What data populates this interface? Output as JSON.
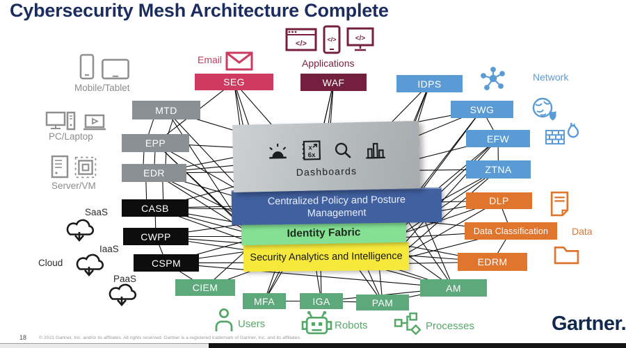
{
  "slide": {
    "title": "Cybersecurity Mesh Architecture Complete",
    "page_number": "18",
    "copyright": "© 2021 Gartner, Inc. and/or its affiliates. All rights reserved. Gartner is a registered trademark of Gartner, Inc. and its affiliates.",
    "logo": "Gartner."
  },
  "colors": {
    "title_navy": "#1b2c5e",
    "gray_box": "#8a9094",
    "black_box": "#0d0d0d",
    "crimson": "#ce3a60",
    "maroon": "#731f3d",
    "blue": "#5b9bd5",
    "orange": "#e0752e",
    "green": "#5ea97b",
    "policy_navy": "#41609f",
    "identity_green": "#85e094",
    "analytics_yellow": "#f7e93c",
    "dashboard_gray": "#b9bdc0"
  },
  "groups": {
    "devices": {
      "mobile": "Mobile/Tablet",
      "pc": "PC/Laptop",
      "server": "Server/VM"
    },
    "cloud": {
      "label": "Cloud",
      "saas": "SaaS",
      "iaas": "IaaS",
      "paas": "PaaS"
    },
    "email": {
      "label": "Email"
    },
    "applications": {
      "label": "Applications"
    },
    "network": {
      "label": "Network"
    },
    "data": {
      "label": "Data"
    },
    "identity_sources": {
      "users": "Users",
      "robots": "Robots",
      "processes": "Processes"
    }
  },
  "nodes": {
    "mtd": {
      "label": "MTD"
    },
    "epp": {
      "label": "EPP"
    },
    "edr": {
      "label": "EDR"
    },
    "casb": {
      "label": "CASB"
    },
    "cwpp": {
      "label": "CWPP"
    },
    "cspm": {
      "label": "CSPM"
    },
    "seg": {
      "label": "SEG"
    },
    "waf": {
      "label": "WAF"
    },
    "idps": {
      "label": "IDPS"
    },
    "swg": {
      "label": "SWG"
    },
    "efw": {
      "label": "EFW"
    },
    "ztna": {
      "label": "ZTNA"
    },
    "dlp": {
      "label": "DLP"
    },
    "dataclass": {
      "label": "Data Classification"
    },
    "edrm": {
      "label": "EDRM"
    },
    "ciem": {
      "label": "CIEM"
    },
    "mfa": {
      "label": "MFA"
    },
    "iga": {
      "label": "IGA"
    },
    "pam": {
      "label": "PAM"
    },
    "am": {
      "label": "AM"
    }
  },
  "center": {
    "dashboards": "Dashboards",
    "policy": "Centralized Policy and Posture Management",
    "identity_fabric": "Identity Fabric",
    "analytics": "Security Analytics and Intelligence"
  },
  "connections": [
    [
      "mtd",
      "epp",
      -14,
      0,
      -14,
      0
    ],
    [
      "mtd",
      "epp",
      14,
      0,
      14,
      0
    ],
    [
      "epp",
      "edr",
      -16,
      0,
      -16,
      0
    ],
    [
      "epp",
      "edr"
    ],
    [
      "epp",
      "edr",
      16,
      0,
      16,
      0
    ],
    [
      "edr",
      "casb",
      -12,
      0,
      -12,
      0
    ],
    [
      "edr",
      "casb",
      12,
      0,
      12,
      0
    ],
    [
      "casb",
      "cwpp"
    ],
    [
      "cwpp",
      "cspm"
    ],
    [
      "swg",
      "efw"
    ],
    [
      "efw",
      "ztna"
    ],
    [
      "dlp",
      "dataclass"
    ],
    [
      "dataclass",
      "edrm"
    ],
    [
      "mfa",
      "iga"
    ],
    [
      "iga",
      "pam"
    ],
    [
      "pam",
      "am"
    ],
    [
      "cspm",
      "ciem"
    ],
    [
      "mtd",
      "dashboards",
      0,
      0,
      -90,
      -25
    ],
    [
      "mtd",
      "cppm",
      0,
      0,
      -120,
      -5
    ],
    [
      "mtd",
      "sai",
      0,
      0,
      -95,
      -5
    ],
    [
      "epp",
      "dashboards",
      0,
      0,
      -70,
      -10
    ],
    [
      "epp",
      "cppm",
      0,
      0,
      -100,
      0
    ],
    [
      "epp",
      "identity",
      0,
      0,
      -105,
      0
    ],
    [
      "epp",
      "sai",
      0,
      0,
      -75,
      0
    ],
    [
      "edr",
      "dashboards",
      0,
      0,
      -50,
      5
    ],
    [
      "edr",
      "cppm",
      0,
      0,
      -80,
      5
    ],
    [
      "edr",
      "identity",
      0,
      0,
      -70,
      0
    ],
    [
      "edr",
      "sai",
      0,
      0,
      -55,
      0
    ],
    [
      "casb",
      "dashboards",
      0,
      0,
      -30,
      15
    ],
    [
      "casb",
      "cppm",
      0,
      0,
      -55,
      5
    ],
    [
      "casb",
      "identity",
      0,
      0,
      -40,
      0
    ],
    [
      "casb",
      "sai",
      0,
      0,
      -35,
      5
    ],
    [
      "cwpp",
      "cppm",
      0,
      0,
      -25,
      10
    ],
    [
      "cwpp",
      "identity",
      0,
      0,
      -15,
      5
    ],
    [
      "cwpp",
      "sai",
      0,
      0,
      -15,
      5
    ],
    [
      "cspm",
      "cppm",
      0,
      0,
      5,
      12
    ],
    [
      "cspm",
      "identity",
      0,
      0,
      20,
      8
    ],
    [
      "cspm",
      "sai",
      0,
      0,
      5,
      8
    ],
    [
      "seg",
      "dashboards",
      0,
      0,
      -60,
      -25
    ],
    [
      "seg",
      "cppm",
      0,
      0,
      -90,
      -10
    ],
    [
      "seg",
      "identity",
      0,
      0,
      -85,
      -5
    ],
    [
      "seg",
      "sai",
      0,
      0,
      -100,
      -8
    ],
    [
      "waf",
      "dashboards",
      0,
      0,
      5,
      -30
    ],
    [
      "waf",
      "cppm",
      0,
      0,
      -25,
      -10
    ],
    [
      "waf",
      "identity",
      0,
      0,
      -35,
      -5
    ],
    [
      "waf",
      "sai",
      0,
      0,
      -45,
      -8
    ],
    [
      "idps",
      "dashboards",
      0,
      0,
      70,
      -25
    ],
    [
      "idps",
      "cppm",
      0,
      0,
      70,
      -8
    ],
    [
      "idps",
      "identity",
      0,
      0,
      65,
      -5
    ],
    [
      "idps",
      "sai",
      0,
      0,
      75,
      -8
    ],
    [
      "swg",
      "dashboards",
      0,
      0,
      95,
      -15
    ],
    [
      "swg",
      "cppm",
      0,
      0,
      105,
      -5
    ],
    [
      "swg",
      "identity",
      0,
      0,
      95,
      0
    ],
    [
      "efw",
      "dashboards",
      0,
      0,
      105,
      10
    ],
    [
      "efw",
      "cppm",
      0,
      0,
      115,
      0
    ],
    [
      "efw",
      "identity",
      0,
      0,
      105,
      0
    ],
    [
      "efw",
      "sai",
      0,
      0,
      95,
      0
    ],
    [
      "ztna",
      "cppm",
      0,
      0,
      125,
      5
    ],
    [
      "ztna",
      "identity",
      0,
      0,
      110,
      3
    ],
    [
      "ztna",
      "sai",
      0,
      0,
      100,
      3
    ],
    [
      "dlp",
      "cppm",
      0,
      0,
      100,
      15
    ],
    [
      "dlp",
      "identity",
      0,
      0,
      100,
      5
    ],
    [
      "dlp",
      "sai",
      0,
      0,
      98,
      5
    ],
    [
      "dataclass",
      "cppm",
      0,
      0,
      85,
      18
    ],
    [
      "dataclass",
      "identity",
      0,
      0,
      85,
      8
    ],
    [
      "dataclass",
      "sai",
      0,
      0,
      88,
      8
    ],
    [
      "edrm",
      "identity",
      0,
      0,
      75,
      10
    ],
    [
      "edrm",
      "sai",
      0,
      0,
      80,
      10
    ],
    [
      "ciem",
      "sai",
      0,
      0,
      -85,
      12
    ],
    [
      "ciem",
      "identity",
      0,
      0,
      -95,
      10
    ],
    [
      "mfa",
      "sai",
      0,
      0,
      -60,
      15
    ],
    [
      "mfa",
      "identity",
      0,
      0,
      -55,
      12
    ],
    [
      "mfa",
      "cppm",
      0,
      0,
      -45,
      20
    ],
    [
      "iga",
      "sai",
      0,
      0,
      -15,
      15
    ],
    [
      "iga",
      "identity",
      0,
      0,
      -5,
      12
    ],
    [
      "pam",
      "sai",
      0,
      0,
      45,
      15
    ],
    [
      "pam",
      "identity",
      0,
      0,
      45,
      12
    ],
    [
      "pam",
      "cppm",
      0,
      0,
      55,
      20
    ],
    [
      "am",
      "sai",
      0,
      0,
      85,
      12
    ],
    [
      "am",
      "identity",
      0,
      0,
      90,
      10
    ],
    [
      "am",
      "cppm",
      0,
      0,
      100,
      18
    ],
    [
      "am",
      "dashboards",
      0,
      0,
      115,
      30
    ],
    [
      "edr",
      "swg"
    ],
    [
      "edr",
      "ztna"
    ],
    [
      "casb",
      "dlp"
    ],
    [
      "cwpp",
      "edrm"
    ],
    [
      "casb",
      "am",
      0,
      0,
      -20,
      -5
    ],
    [
      "cspm",
      "am"
    ],
    [
      "seg",
      "epp"
    ],
    [
      "am",
      "iga"
    ]
  ]
}
